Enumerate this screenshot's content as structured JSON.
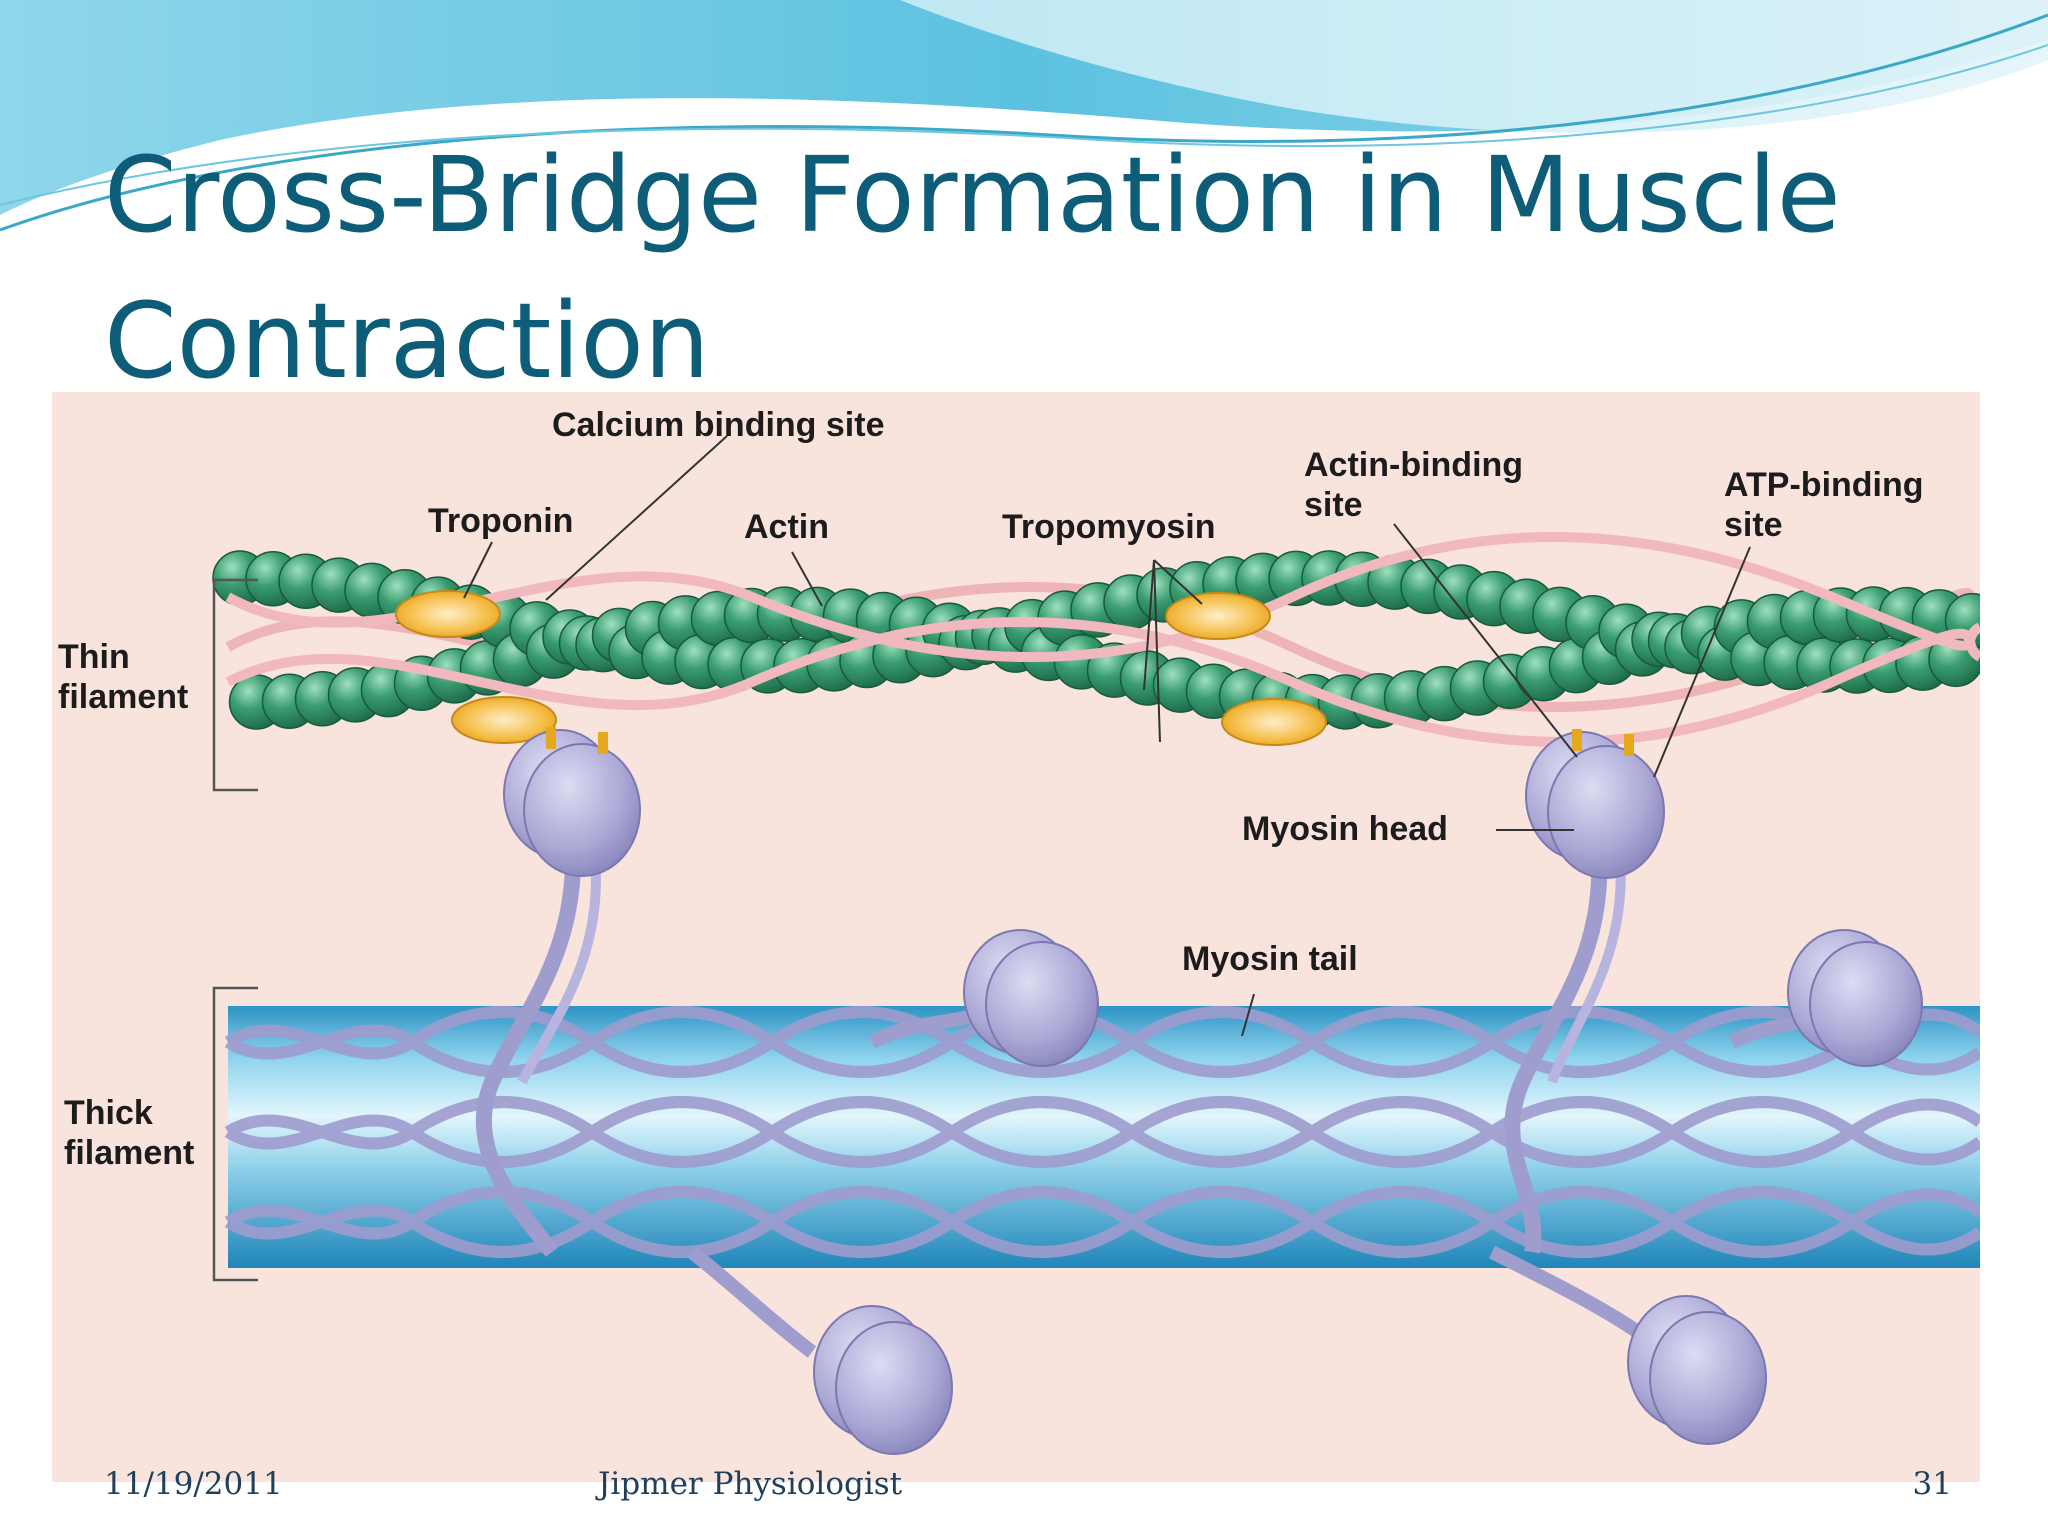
{
  "slide": {
    "title": "Cross-Bridge Formation in Muscle\nContraction",
    "footer": {
      "date": "11/19/2011",
      "author": "Jipmer Physiologist",
      "page": "31"
    }
  },
  "diagram": {
    "labels": {
      "calcium_binding_site": "Calcium binding site",
      "troponin": "Troponin",
      "actin": "Actin",
      "tropomyosin": "Tropomyosin",
      "actin_binding_site_line1": "Actin-binding",
      "actin_binding_site_line2": "site",
      "atp_binding_site_line1": "ATP-binding",
      "atp_binding_site_line2": "site",
      "thin_filament_line1": "Thin",
      "thin_filament_line2": "filament",
      "myosin_head": "Myosin head",
      "myosin_tail": "Myosin tail",
      "thick_filament_line1": "Thick",
      "thick_filament_line2": "filament"
    },
    "colors": {
      "figure_background": "#f8e3dd",
      "actin": "#2f8f66",
      "tropomyosin": "#efb4b8",
      "troponin": "#f5b731",
      "myosin": "#a9a6d4",
      "thick_filament": "#58b4d8",
      "title": "#0e5d78"
    }
  }
}
